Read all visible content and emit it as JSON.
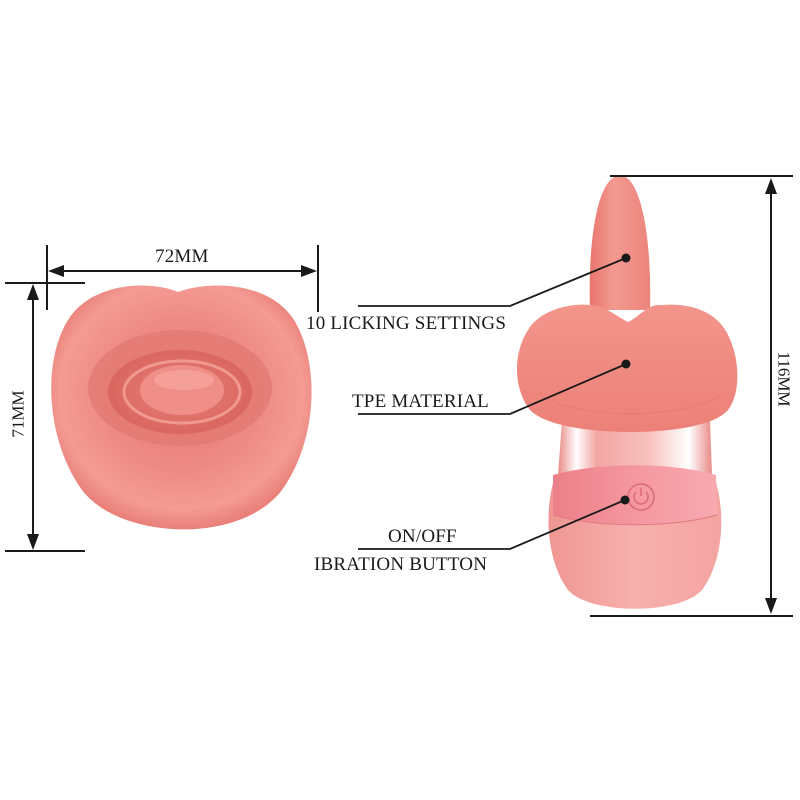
{
  "diagram": {
    "type": "product-dimension-diagram",
    "left_view": {
      "description": "mouth-shaped front view",
      "width_dimension": "72MM",
      "height_dimension": "71MM"
    },
    "right_view": {
      "description": "side view with tongue",
      "height_dimension": "116MM",
      "callouts": [
        {
          "label": "10 LICKING SETTINGS"
        },
        {
          "label": "TPE MATERIAL"
        },
        {
          "label_line1": "ON/OFF",
          "label_line2": "IBRATION BUTTON"
        }
      ]
    },
    "colors": {
      "body_pink": "#f08c84",
      "band_pink": "#f2909a",
      "base_pink": "#f6a8a6",
      "line": "#1a1a1a",
      "background": "#ffffff"
    },
    "icons": {
      "power": "power-icon"
    }
  }
}
